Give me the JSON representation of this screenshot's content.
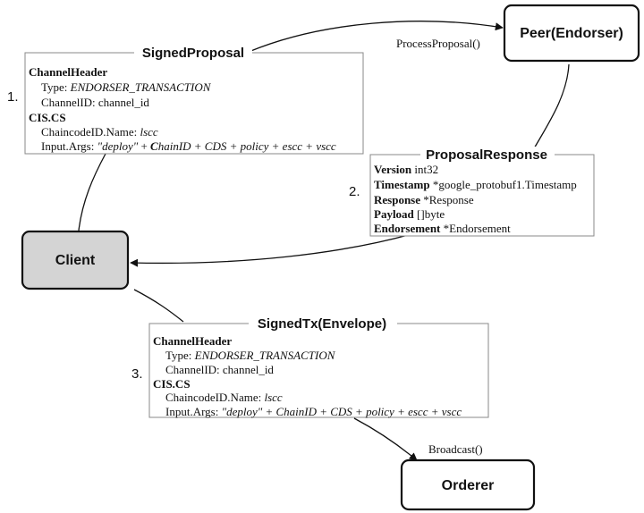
{
  "nodes": {
    "peer": "Peer(Endorser)",
    "client": "Client",
    "orderer": "Orderer"
  },
  "edge_labels": {
    "process_proposal": "ProcessProposal()",
    "broadcast": "Broadcast()"
  },
  "steps": [
    "1.",
    "2.",
    "3."
  ],
  "signed_proposal": {
    "title": "SignedProposal",
    "channel_header_label": "ChannelHeader",
    "type_label": "Type: ",
    "type_value": "ENDORSER_TRANSACTION",
    "channel_id": "ChannelID: channel_id",
    "ciscs_label": "CIS.CS",
    "chaincode_label": "ChaincodeID.Name: ",
    "chaincode_value": "lscc",
    "input_label": "Input.Args: ",
    "input_deploy": "\"deploy\"",
    "input_plus1": " + ",
    "input_chain_c": "C",
    "input_chain_rest": "hainID + CDS + policy + escc + vscc"
  },
  "proposal_response": {
    "title": "ProposalResponse",
    "fields": [
      {
        "name": "Version",
        "value": " int32"
      },
      {
        "name": "Timestamp",
        "value": " *google_protobuf1.Timestamp"
      },
      {
        "name": "Response",
        "value": " *Response"
      },
      {
        "name": "Payload",
        "value": " []byte"
      },
      {
        "name": "Endorsement",
        "value": " *Endorsement"
      }
    ]
  },
  "signed_tx": {
    "title": "SignedTx(Envelope)",
    "channel_header_label": "ChannelHeader",
    "type_label": "Type: ",
    "type_value": "ENDORSER_TRANSACTION",
    "channel_id": "ChannelID: channel_id",
    "ciscs_label": "CIS.CS",
    "chaincode_label": "ChaincodeID.Name: ",
    "chaincode_value": "lscc",
    "input_label": "Input.Args: ",
    "input_deploy": "\"deploy\"",
    "input_rest": " + ChainID + CDS + policy + escc + vscc"
  }
}
